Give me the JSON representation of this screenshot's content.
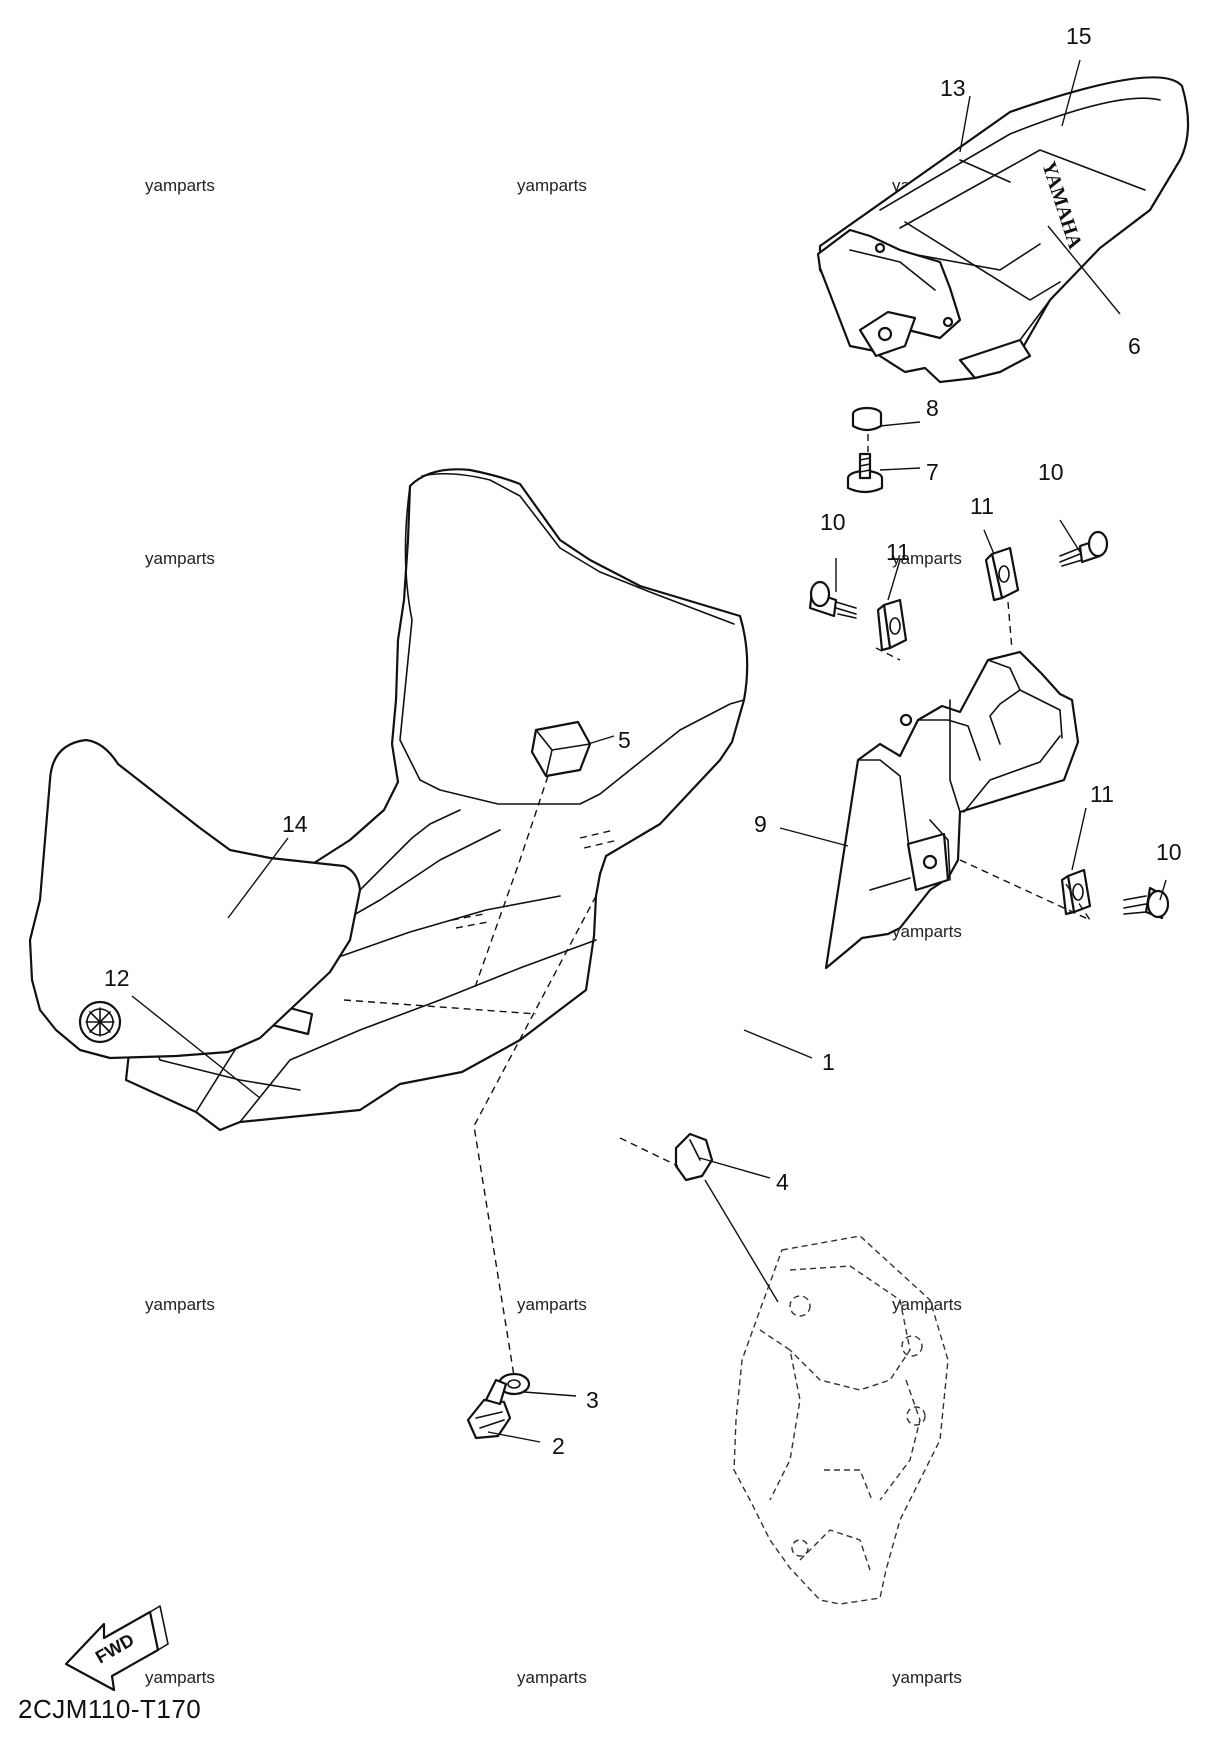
{
  "diagram_code": "2CJM110-T170",
  "watermark": "yamparts",
  "brand_text": "YAMAHA",
  "fwd_label": "FWD",
  "callouts": [
    "1",
    "2",
    "3",
    "4",
    "5",
    "6",
    "7",
    "8",
    "9",
    "10",
    "10",
    "10",
    "11",
    "11",
    "11",
    "12",
    "13",
    "14",
    "15"
  ]
}
